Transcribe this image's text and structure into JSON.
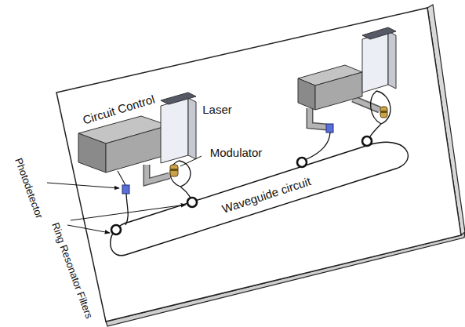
{
  "diagram": {
    "labels": [
      "Circuit Control",
      "Laser",
      "Modulator",
      "Photodetector",
      "Ring Resonator Filters",
      "Waveguide circuit"
    ]
  }
}
